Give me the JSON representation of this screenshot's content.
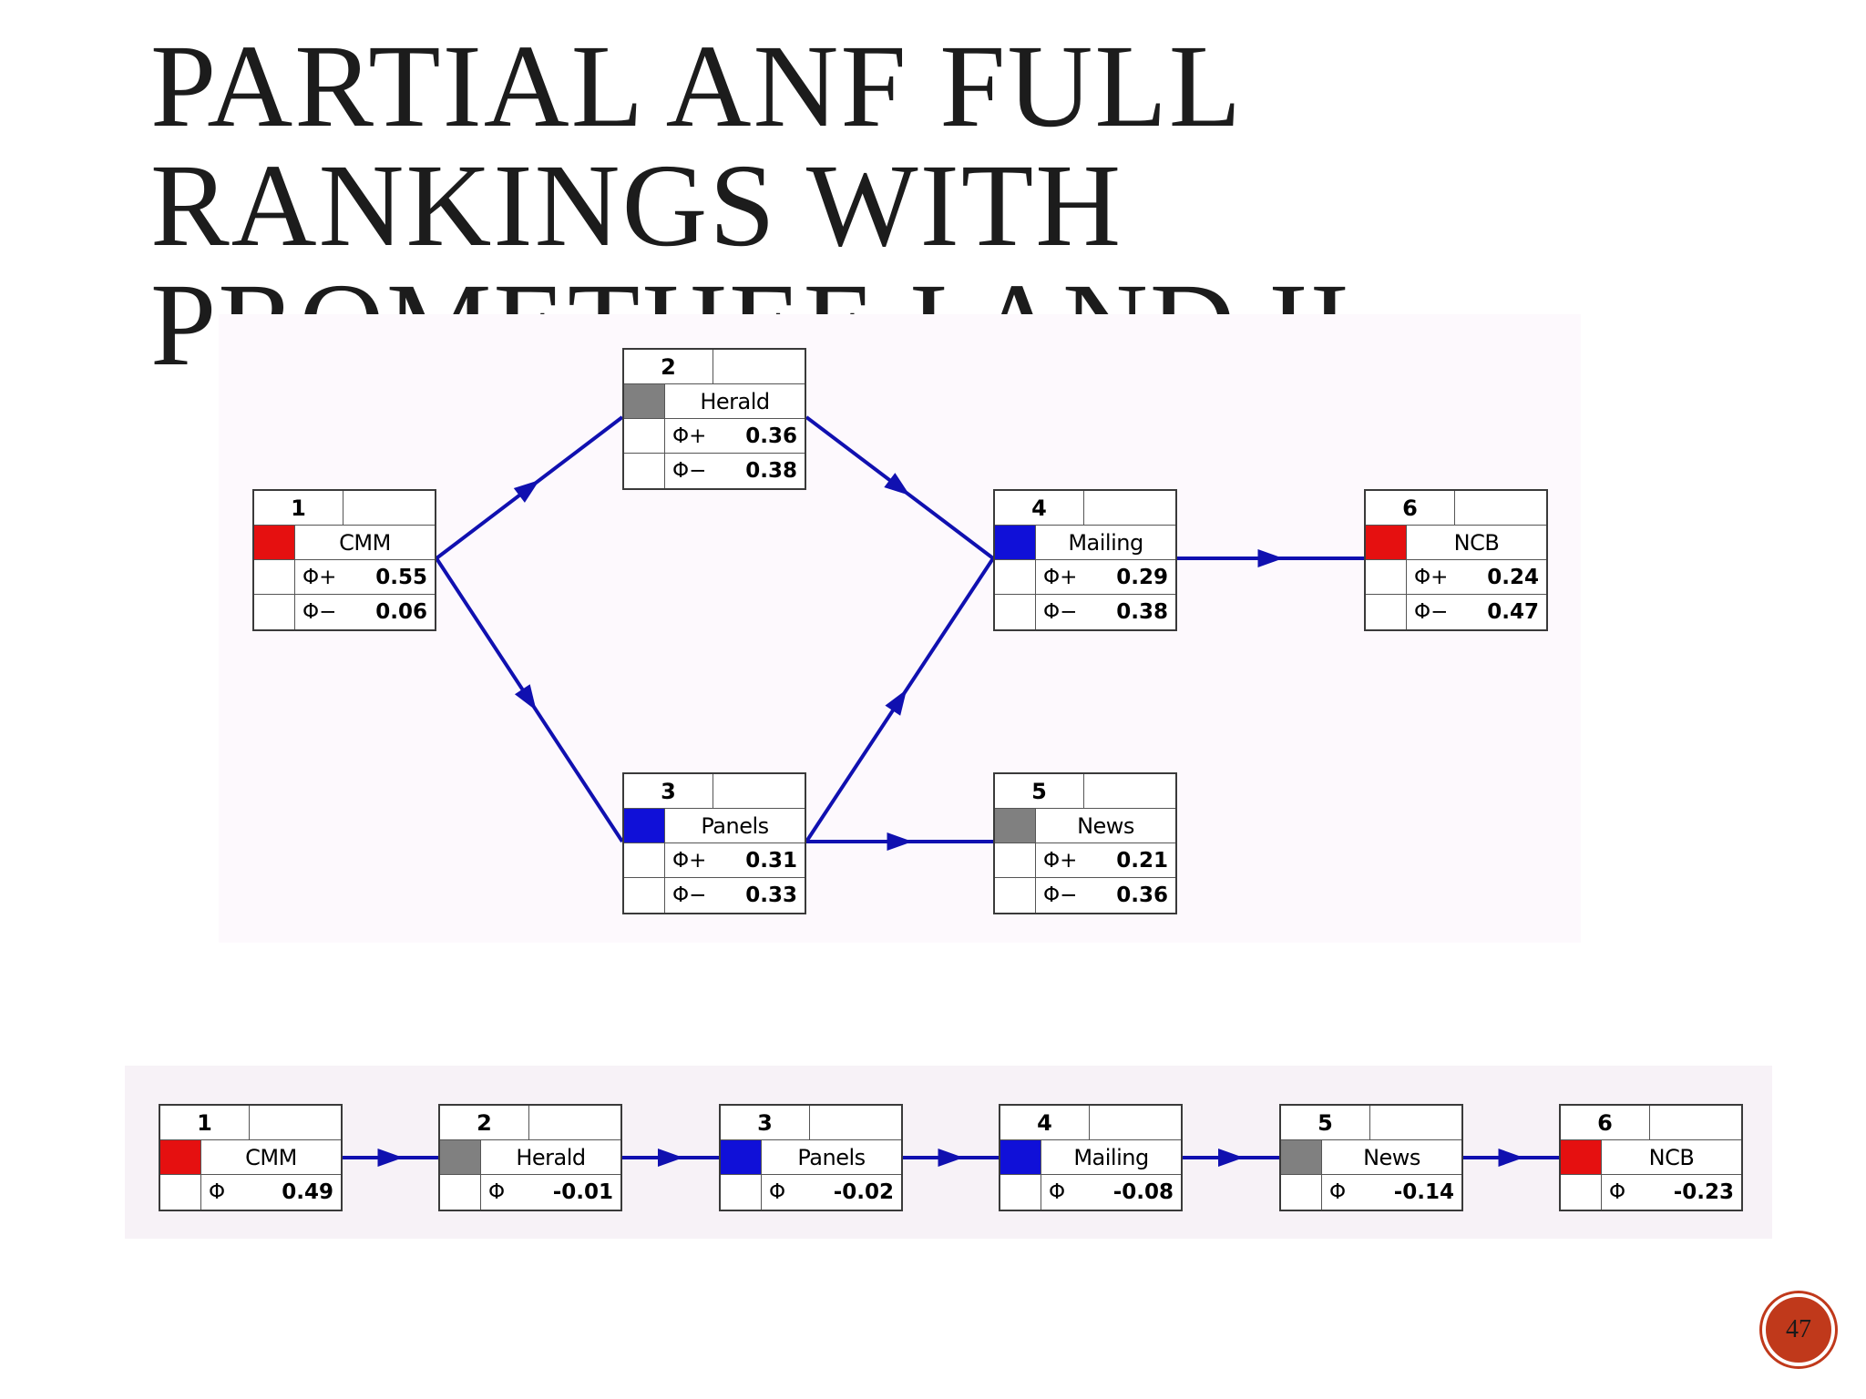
{
  "title": {
    "lines": [
      "PARTIAL ANF FULL",
      "RANKINGS WITH",
      "PROMETHEE I AND II"
    ]
  },
  "colors": {
    "arrow": "#1010b0",
    "red": "#e51010",
    "gray": "#808080",
    "blue": "#1010d8"
  },
  "partial_ranking": {
    "nodes": [
      {
        "rank": "1",
        "name": "CMM",
        "color": "red",
        "phi_plus_label": "Φ+",
        "phi_plus": "0.55",
        "phi_minus_label": "Φ−",
        "phi_minus": "0.06"
      },
      {
        "rank": "2",
        "name": "Herald",
        "color": "gray",
        "phi_plus_label": "Φ+",
        "phi_plus": "0.36",
        "phi_minus_label": "Φ−",
        "phi_minus": "0.38"
      },
      {
        "rank": "3",
        "name": "Panels",
        "color": "blue",
        "phi_plus_label": "Φ+",
        "phi_plus": "0.31",
        "phi_minus_label": "Φ−",
        "phi_minus": "0.33"
      },
      {
        "rank": "4",
        "name": "Mailing",
        "color": "blue",
        "phi_plus_label": "Φ+",
        "phi_plus": "0.29",
        "phi_minus_label": "Φ−",
        "phi_minus": "0.38"
      },
      {
        "rank": "5",
        "name": "News",
        "color": "gray",
        "phi_plus_label": "Φ+",
        "phi_plus": "0.21",
        "phi_minus_label": "Φ−",
        "phi_minus": "0.36"
      },
      {
        "rank": "6",
        "name": "NCB",
        "color": "red",
        "phi_plus_label": "Φ+",
        "phi_plus": "0.24",
        "phi_minus_label": "Φ−",
        "phi_minus": "0.47"
      }
    ],
    "edges": [
      [
        "1",
        "2"
      ],
      [
        "1",
        "3"
      ],
      [
        "2",
        "4"
      ],
      [
        "3",
        "4"
      ],
      [
        "3",
        "5"
      ],
      [
        "4",
        "6"
      ]
    ]
  },
  "full_ranking": {
    "nodes": [
      {
        "rank": "1",
        "name": "CMM",
        "color": "red",
        "phi_label": "Φ",
        "phi": "0.49"
      },
      {
        "rank": "2",
        "name": "Herald",
        "color": "gray",
        "phi_label": "Φ",
        "phi": "-0.01"
      },
      {
        "rank": "3",
        "name": "Panels",
        "color": "blue",
        "phi_label": "Φ",
        "phi": "-0.02"
      },
      {
        "rank": "4",
        "name": "Mailing",
        "color": "blue",
        "phi_label": "Φ",
        "phi": "-0.08"
      },
      {
        "rank": "5",
        "name": "News",
        "color": "gray",
        "phi_label": "Φ",
        "phi": "-0.14"
      },
      {
        "rank": "6",
        "name": "NCB",
        "color": "red",
        "phi_label": "Φ",
        "phi": "-0.23"
      }
    ],
    "edges": [
      [
        "1",
        "2"
      ],
      [
        "2",
        "3"
      ],
      [
        "3",
        "4"
      ],
      [
        "4",
        "5"
      ],
      [
        "5",
        "6"
      ]
    ]
  },
  "page_number": "47"
}
